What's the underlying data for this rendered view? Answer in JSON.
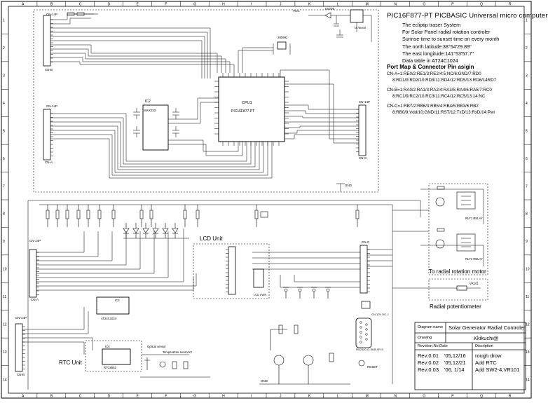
{
  "title_block": {
    "main_title": "PIC16F877-PT  PICBASIC Universal micro computer",
    "description": [
      "The ecliptip traser System",
      "For Solar Panel radial rotation controler",
      "Sunrise time to sunset time on every month",
      "The north latitude:38°54'29.89\"",
      "The east longitude:141°53'57.7\"",
      "Data table in AT24C1024"
    ],
    "port_map_heading": "Port Map & Connector Pin asigin",
    "port_map": [
      "CN-A=1:RE0/2:RE1/3:RE2/4:5;NC/6:GND/7:RD0",
      "8:RD1/9:RD2/10:RD3/11:RD4/12:RD5/13:RD6/14RD7",
      "CN-B=1:RA0/2:RA1/3:RA2/4:RA3/5:RA4/6:RA5/7:RC0",
      "8:RC1/9:RC2/10:RC3/11:RC4/12:RC5/13:14:NC",
      "CN-C=1:RB7/2:RB6/3:RB5/4:RB4/5:RB3/6:RB2",
      "8:RB0/9:Vdd/10:GND/11:RST/12:TxD/13:RxD/14:Pwr"
    ]
  },
  "drawing_info": {
    "diagram_name_label": "Diagram name",
    "diagram_name": "Solar Generator Radial Controler",
    "drawing_label": "Drawing",
    "drawing_author": "Kkikuchi@",
    "revision_label": "Revision,No,Date",
    "description_label": "Discription",
    "revisions": [
      {
        "rev": "Rev:0.01",
        "date": "'05,12/16",
        "desc": "rough drow"
      },
      {
        "rev": "Rev:0.02",
        "date": "'05,12/21",
        "desc": "Add RTC"
      },
      {
        "rev": "Rev:0.03",
        "date": "'06, 1/14",
        "desc": "Add SW2-4,VR101"
      }
    ]
  },
  "block_labels": {
    "lcd_unit": "LCD Unit",
    "rtc_unit": "RTC Unit",
    "to_motor": "To radial rotation motor",
    "radial_pot": "Radial potentiometer"
  },
  "components": {
    "cpu_ref": "CPU1",
    "cpu_part": "PIC16F877-PT",
    "max232": "MAX232",
    "ic2": "IC2",
    "ic3": "IC3",
    "eeprom": "AT24C1024",
    "rtc_chip": "RTC8562",
    "ic4": "IC4",
    "reg": "TA78M05",
    "diode": "DIODE",
    "xtal": "20MHz",
    "vcc": "VCC",
    "gnd": "GND",
    "optical_sensor": "Optical sensor",
    "temp_sensor": "Temperature sensor×2",
    "cn_a": "CN-A",
    "cn_b": "CN-B",
    "cn_c": "CN-C",
    "cn14p": "CN-14P",
    "cn12v": "CN-12V DC-J",
    "rs232c": "RS232C D-SUB-9P-S",
    "reset": "RESET",
    "lcd_pwr": "LCD PWR",
    "vr101": "VR101",
    "relay1": "RLY1 RELAY",
    "relay2": "RLY2 RELAY"
  },
  "border": {
    "cols": [
      "A",
      "B",
      "C",
      "D",
      "E",
      "F",
      "G",
      "H",
      "I",
      "J",
      "K",
      "L",
      "M",
      "N",
      "O",
      "P",
      "Q",
      "R"
    ],
    "rows": [
      "1",
      "2",
      "3",
      "4",
      "5",
      "6",
      "7",
      "8",
      "9",
      "10",
      "11",
      "12",
      "13",
      "14"
    ]
  }
}
